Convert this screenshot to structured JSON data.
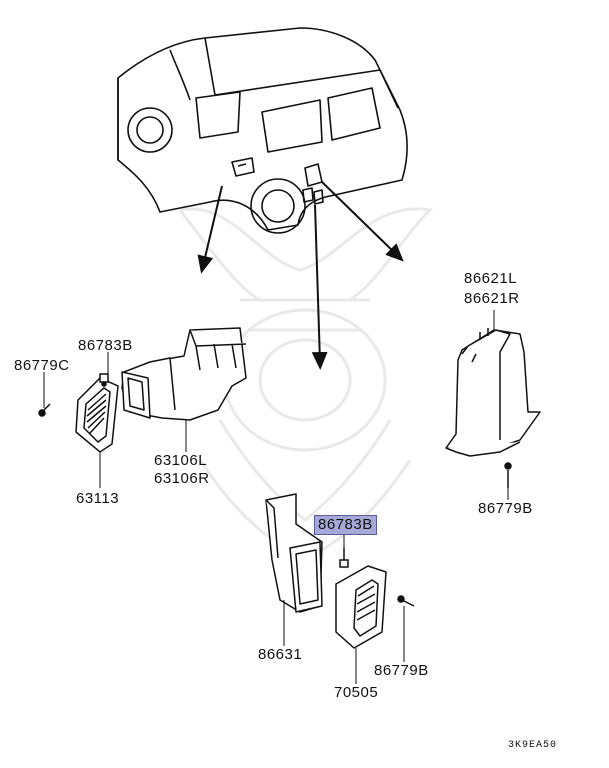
{
  "diagram_code": "3K9EA50",
  "highlight_color": "#a6a8d8",
  "labels": {
    "p86779c": "86779C",
    "p86783b_top": "86783B",
    "p63113": "63113",
    "p63106l": "63106L",
    "p63106r": "63106R",
    "p86621l": "86621L",
    "p86621r": "86621R",
    "p86779b_right": "86779B",
    "p86783b_selected": "86783B",
    "p86631": "86631",
    "p86779b_bottom": "86779B",
    "p70505": "70505"
  },
  "watermark": "samurai-crest"
}
